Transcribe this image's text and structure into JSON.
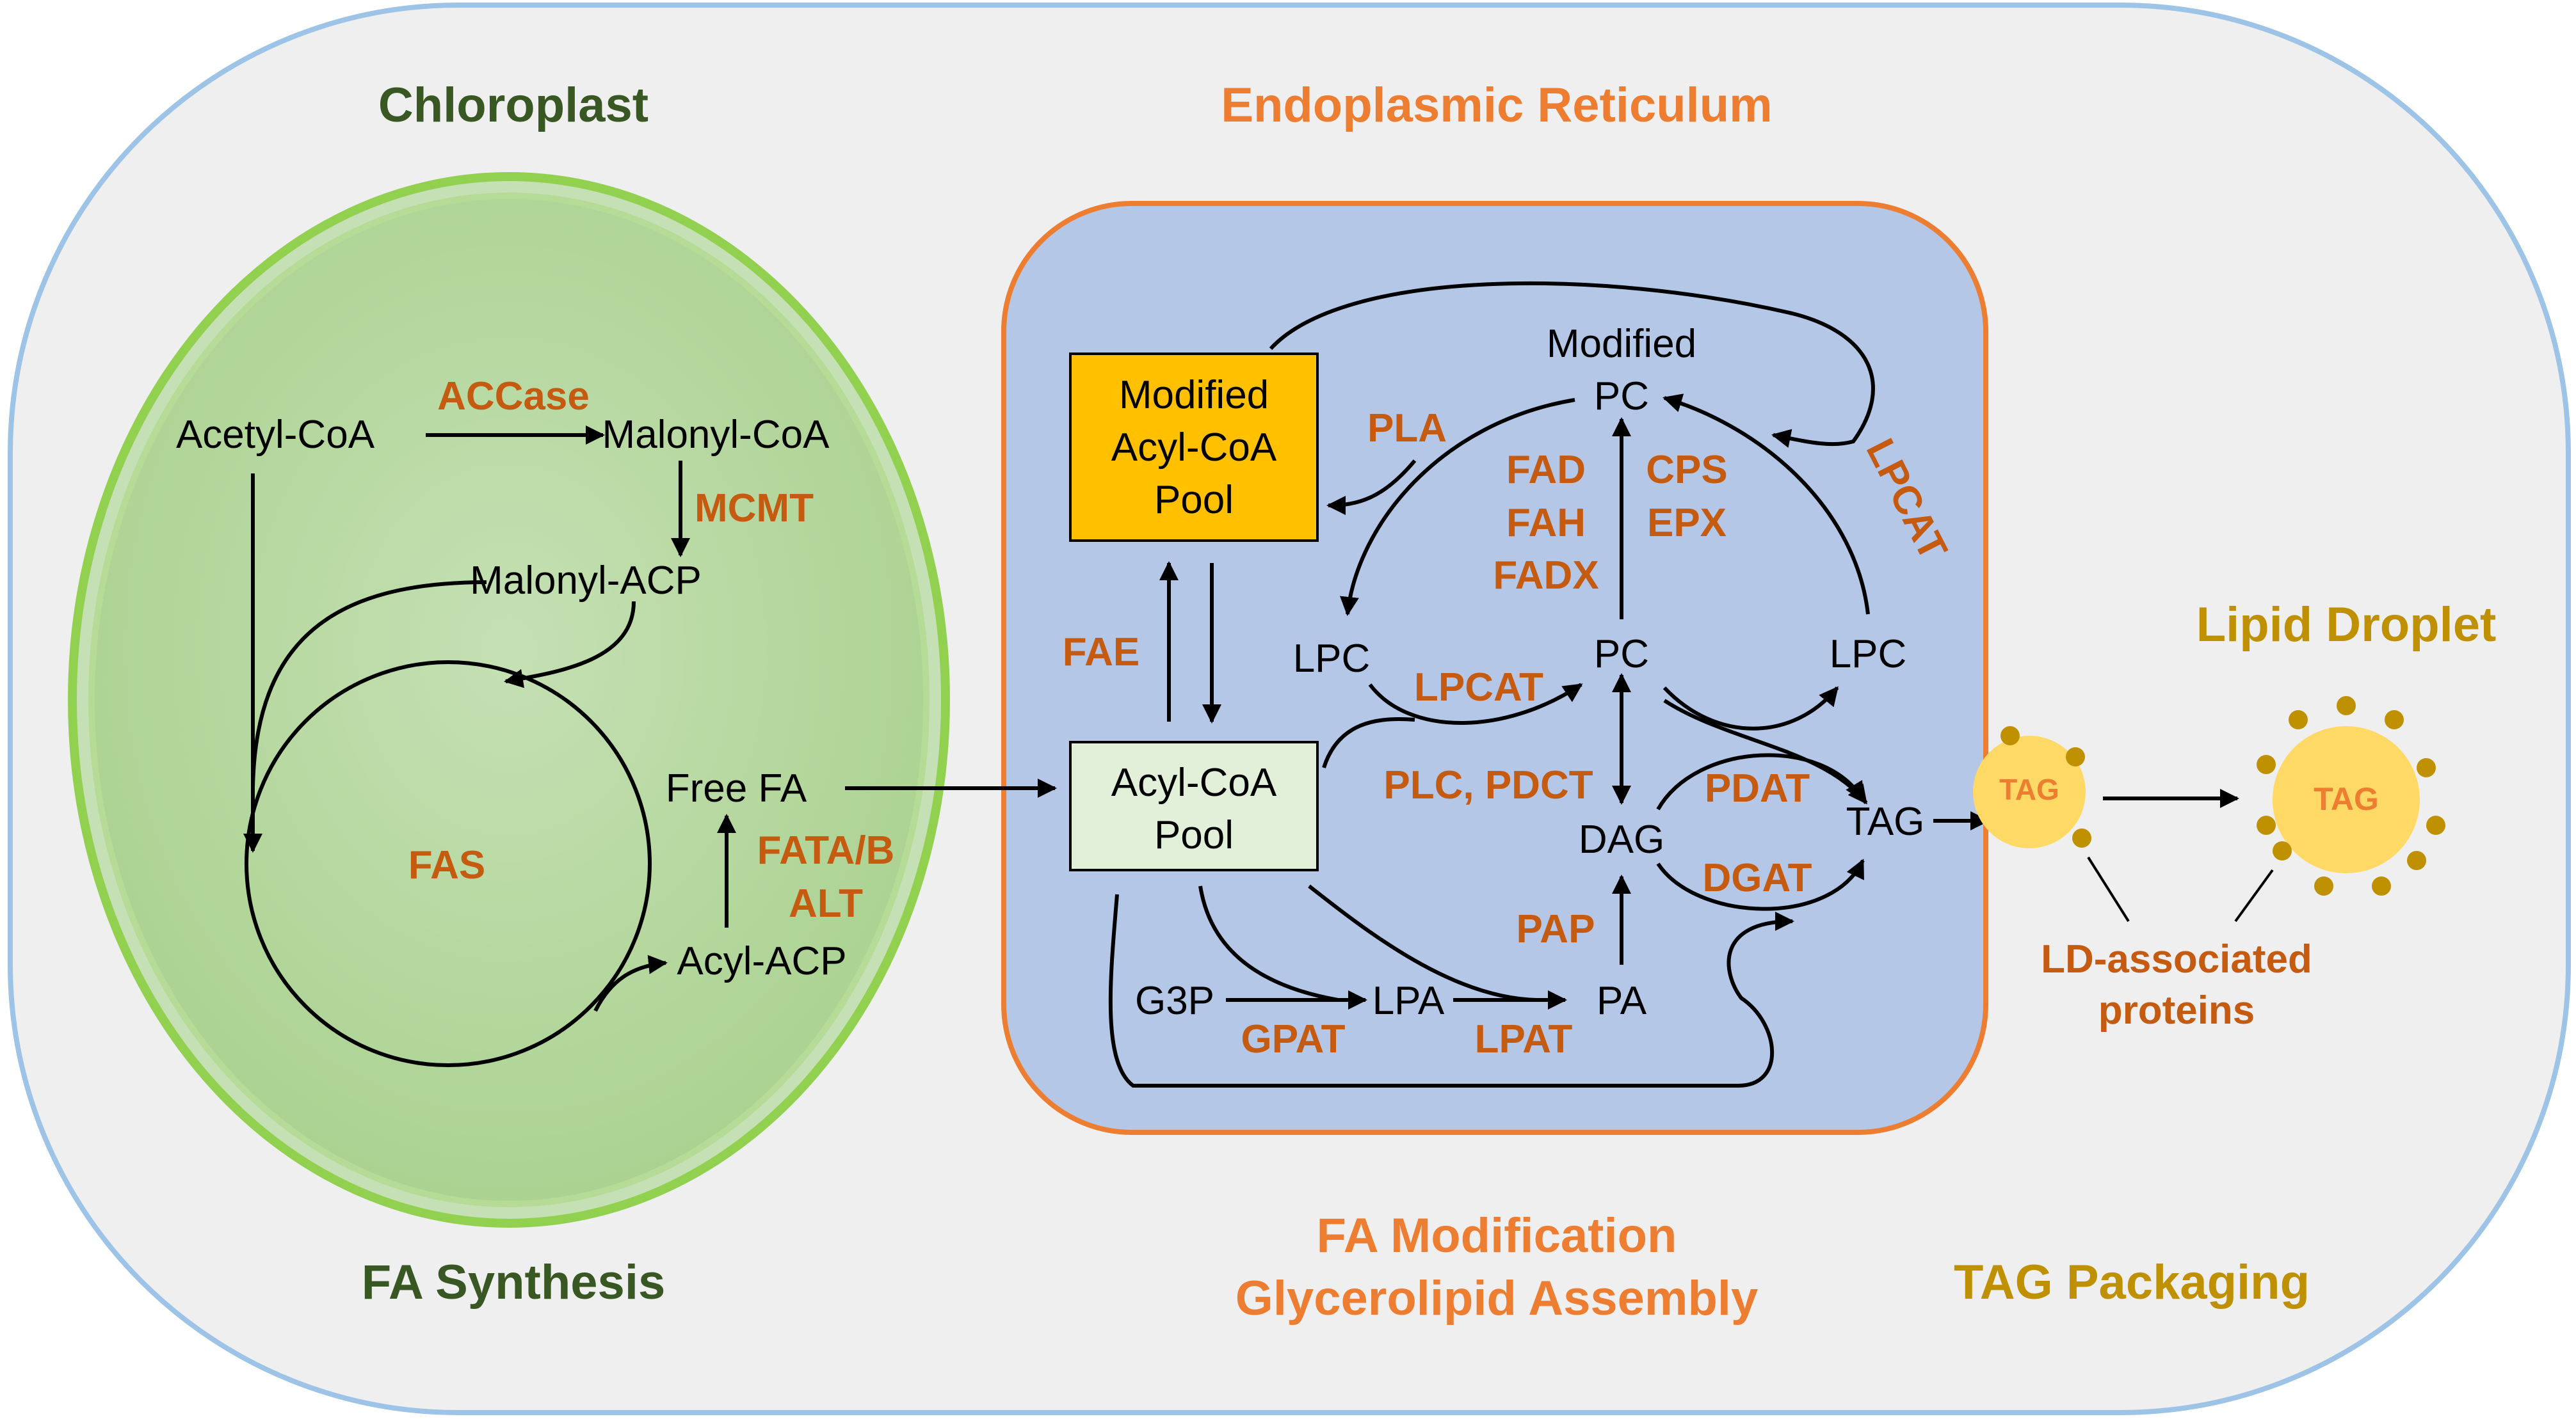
{
  "colors": {
    "cell_fill": "#efefef",
    "cell_stroke": "#9dc3e6",
    "chloroplast_fill": "#a9d18e",
    "chloroplast_stroke": "#92d050",
    "er_fill": "#b4c7e7",
    "er_stroke": "#ed7d31",
    "modified_pool_fill": "#ffc000",
    "acyl_pool_fill": "#e2f0d9",
    "enzyme": "#c55a11",
    "lipid_droplet": "#ffd966",
    "ld_protein": "#bf9000"
  },
  "titles": {
    "chloroplast": "Chloroplast",
    "endoplasmic_reticulum": "Endoplasmic Reticulum",
    "lipid_droplet": "Lipid Droplet",
    "fa_synthesis": "FA Synthesis",
    "fa_modification_1": "FA Modification",
    "fa_modification_2": "Glycerolipid Assembly",
    "tag_packaging": "TAG Packaging"
  },
  "chloroplast": {
    "acetyl_coa": "Acetyl-CoA",
    "malonyl_coa": "Malonyl-CoA",
    "malonyl_acp": "Malonyl-ACP",
    "acyl_acp": "Acyl-ACP",
    "free_fa": "Free FA",
    "enzymes": {
      "accase": "ACCase",
      "mcmt": "MCMT",
      "fas": "FAS",
      "fata_b": "FATA/B",
      "alt": "ALT"
    }
  },
  "er": {
    "modified_pool": [
      "Modified",
      "Acyl-CoA",
      "Pool"
    ],
    "acyl_pool": [
      "Acyl-CoA",
      "Pool"
    ],
    "modified_pc_1": "Modified",
    "modified_pc_2": "PC",
    "pc": "PC",
    "lpc_left": "LPC",
    "lpc_right": "LPC",
    "dag": "DAG",
    "tag": "TAG",
    "g3p": "G3P",
    "lpa": "LPA",
    "pa": "PA",
    "enzymes": {
      "pla": "PLA",
      "fad": "FAD",
      "fah": "FAH",
      "fadx": "FADX",
      "cps": "CPS",
      "epx": "EPX",
      "lpcat_top": "LPCAT",
      "fae": "FAE",
      "lpcat_mid": "LPCAT",
      "plc_pdct": "PLC, PDCT",
      "pdat": "PDAT",
      "dgat": "DGAT",
      "pap": "PAP",
      "gpat": "GPAT",
      "lpat": "LPAT"
    }
  },
  "lipid_droplets": {
    "tag_small": "TAG",
    "tag_large": "TAG",
    "ld_proteins_1": "LD-associated",
    "ld_proteins_2": "proteins"
  }
}
